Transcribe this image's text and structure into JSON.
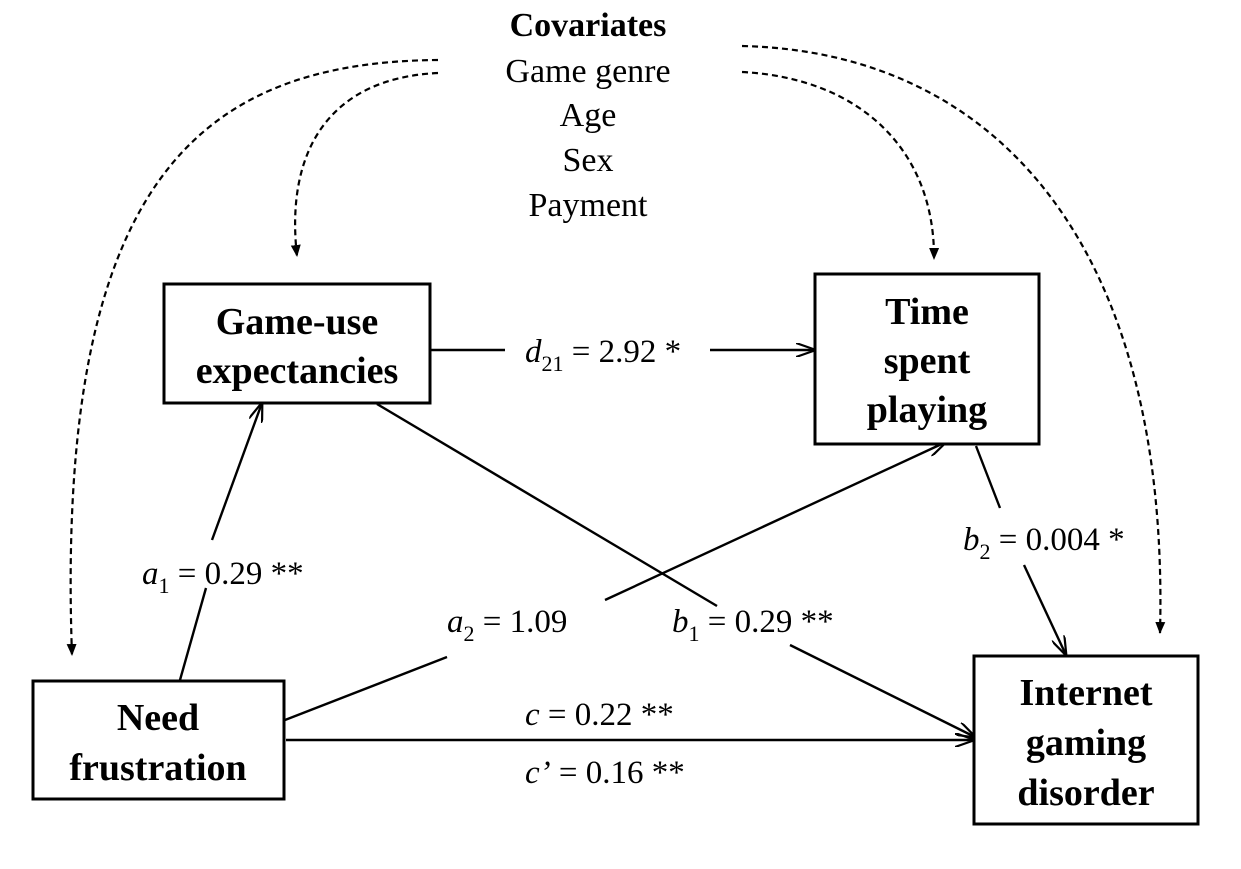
{
  "covariates": {
    "title": "Covariates",
    "items": [
      "Game genre",
      "Age",
      "Sex",
      "Payment"
    ]
  },
  "nodes": {
    "gue": {
      "line1": "Game-use",
      "line2": "expectancies"
    },
    "tsp": {
      "line1": "Time",
      "line2": "spent",
      "line3": "playing"
    },
    "nf": {
      "line1": "Need",
      "line2": "frustration"
    },
    "igd": {
      "line1": "Internet",
      "line2": "gaming",
      "line3": "disorder"
    }
  },
  "paths": {
    "d21": {
      "var": "d",
      "sub": "21",
      "value": " = 2.92 *"
    },
    "a1": {
      "var": "a",
      "sub": "1",
      "value": " = 0.29 **"
    },
    "a2": {
      "var": "a",
      "sub": "2",
      "value": " = 1.09"
    },
    "b1": {
      "var": "b",
      "sub": "1",
      "value": " = 0.29 **"
    },
    "b2": {
      "var": "b",
      "sub": "2",
      "value": " = 0.004 *"
    },
    "c": {
      "var": "c",
      "value": " = 0.22 **"
    },
    "cp": {
      "var": "c’",
      "value": " = 0.16 **"
    }
  }
}
